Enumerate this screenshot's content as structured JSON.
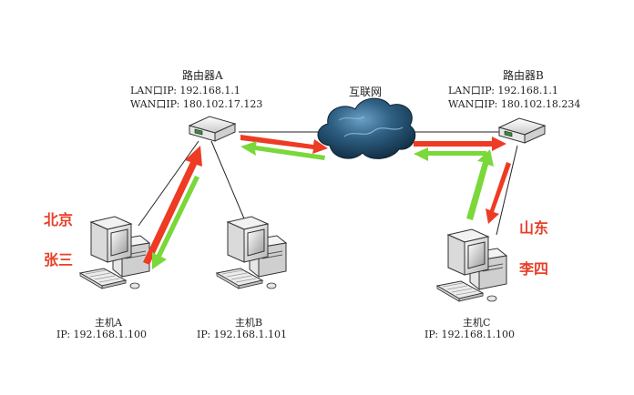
{
  "internet": {
    "label": "互联网"
  },
  "router_a": {
    "name": "路由器A",
    "lan": "LAN口IP: 192.168.1.1",
    "wan": "WAN口IP: 180.102.17.123"
  },
  "router_b": {
    "name": "路由器B",
    "lan": "LAN口IP: 192.168.1.1",
    "wan": "WAN口IP: 180.102.18.234"
  },
  "host_a": {
    "name": "主机A",
    "ip": "IP: 192.168.1.100",
    "tags": [
      "北京",
      "张三"
    ]
  },
  "host_b": {
    "name": "主机B",
    "ip": "IP: 192.168.1.101"
  },
  "host_c": {
    "name": "主机C",
    "ip": "IP: 192.168.1.100",
    "tags": [
      "山东",
      "李四"
    ]
  },
  "colors": {
    "request_arrow": "#ee3b24",
    "response_arrow": "#7ad83a",
    "tag_text": "#e8402a",
    "cloud": "#1f4f70"
  },
  "icons": {
    "router": "router-icon",
    "computer": "computer-icon",
    "cloud": "cloud-icon"
  }
}
